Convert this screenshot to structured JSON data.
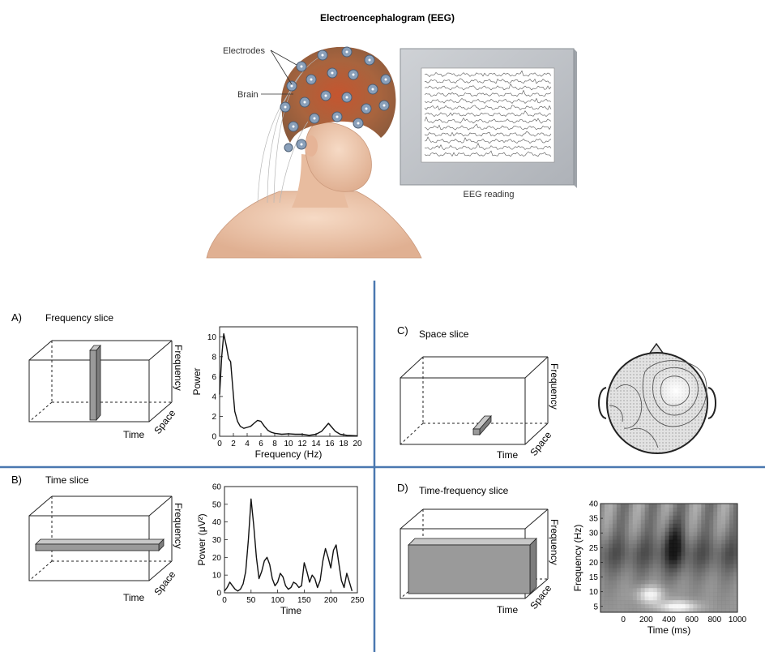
{
  "header": {
    "title": "Electroencephalogram (EEG)",
    "label_electrodes": "Electrodes",
    "label_brain": "Brain",
    "label_reading": "EEG reading"
  },
  "colors": {
    "divider": "#4a78b0",
    "slice_fill": "#9a9a9a",
    "skin": "#f2cdb4",
    "hair": "#a06a45",
    "electrode": "#7f96b3"
  },
  "panels": {
    "a": {
      "letter": "A)",
      "title": "Frequency slice",
      "cube_labels": {
        "time": "Time",
        "space": "Space",
        "frequency": "Frequency"
      }
    },
    "b": {
      "letter": "B)",
      "title": "Time slice",
      "cube_labels": {
        "time": "Time",
        "space": "Space",
        "frequency": "Frequency"
      }
    },
    "c": {
      "letter": "C)",
      "title": "Space slice",
      "cube_labels": {
        "time": "Time",
        "space": "Space",
        "frequency": "Frequency"
      }
    },
    "d": {
      "letter": "D)",
      "title": "Time-frequency slice",
      "cube_labels": {
        "time": "Time",
        "space": "Space",
        "frequency": "Frequency"
      }
    }
  },
  "chart_data": [
    {
      "id": "a",
      "type": "line",
      "xlabel": "Frequency (Hz)",
      "ylabel": "Power",
      "xlim": [
        0,
        20
      ],
      "ylim": [
        0,
        11
      ],
      "xticks": [
        0,
        2,
        4,
        6,
        8,
        10,
        12,
        14,
        16,
        18,
        20
      ],
      "yticks": [
        0,
        2,
        4,
        6,
        8,
        10
      ],
      "x": [
        0,
        0.3,
        0.6,
        1.0,
        1.3,
        1.6,
        1.9,
        2.2,
        2.6,
        3.0,
        3.5,
        4.0,
        4.5,
        5.0,
        5.5,
        6.0,
        6.5,
        7.0,
        7.5,
        8.0,
        9.0,
        10.0,
        11.0,
        12.0,
        13.0,
        14.0,
        14.8,
        15.3,
        15.8,
        16.3,
        16.8,
        17.5,
        18.5,
        20.0
      ],
      "y": [
        4.2,
        8.0,
        10.3,
        9.0,
        7.8,
        7.5,
        5.0,
        2.5,
        1.5,
        1.0,
        0.8,
        0.9,
        1.0,
        1.3,
        1.6,
        1.5,
        1.0,
        0.6,
        0.4,
        0.3,
        0.2,
        0.25,
        0.2,
        0.2,
        0.1,
        0.2,
        0.5,
        0.9,
        1.3,
        0.9,
        0.5,
        0.2,
        0.1,
        0.05
      ]
    },
    {
      "id": "b",
      "type": "line",
      "xlabel": "Time",
      "ylabel": "Power (μV²)",
      "xlim": [
        0,
        250
      ],
      "ylim": [
        0,
        60
      ],
      "xticks": [
        0,
        50,
        100,
        150,
        200,
        250
      ],
      "yticks": [
        0,
        10,
        20,
        30,
        40,
        50,
        60
      ],
      "x": [
        0,
        5,
        10,
        15,
        20,
        25,
        30,
        35,
        40,
        45,
        50,
        55,
        60,
        65,
        70,
        75,
        80,
        85,
        90,
        95,
        100,
        105,
        110,
        115,
        120,
        125,
        130,
        135,
        140,
        145,
        150,
        155,
        160,
        165,
        170,
        175,
        180,
        185,
        190,
        195,
        200,
        205,
        210,
        215,
        220,
        225,
        230,
        235,
        240
      ],
      "y": [
        1,
        3,
        6,
        4,
        2,
        1,
        2,
        5,
        12,
        30,
        53,
        38,
        20,
        8,
        12,
        18,
        20,
        16,
        8,
        4,
        6,
        11,
        9,
        4,
        2,
        3,
        6,
        5,
        3,
        4,
        17,
        12,
        6,
        10,
        8,
        3,
        7,
        18,
        25,
        20,
        14,
        24,
        27,
        17,
        7,
        3,
        11,
        6,
        1
      ]
    },
    {
      "id": "d",
      "type": "heatmap",
      "xlabel": "Time (ms)",
      "ylabel": "Frequency (Hz)",
      "xlim": [
        -200,
        1000
      ],
      "ylim": [
        3,
        40
      ],
      "xticks": [
        0,
        200,
        400,
        600,
        800,
        1000
      ],
      "yticks": [
        5,
        10,
        15,
        20,
        25,
        30,
        35,
        40
      ]
    }
  ]
}
